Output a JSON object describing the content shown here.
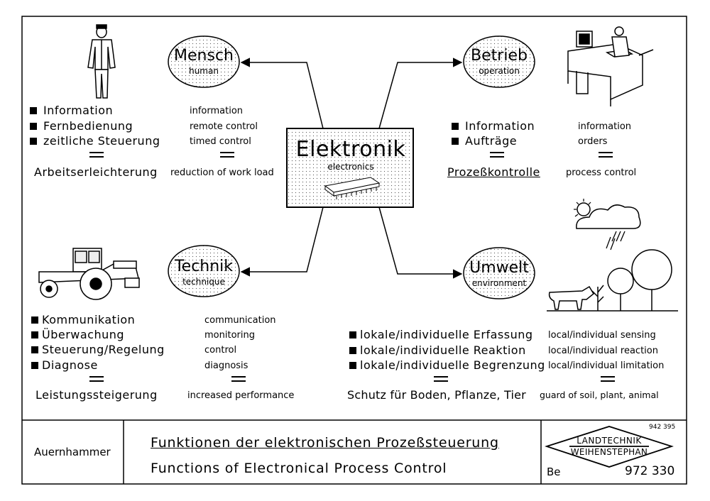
{
  "center": {
    "title": "Elektronik",
    "subtitle": "electronics"
  },
  "human": {
    "title": "Mensch",
    "subtitle": "human",
    "items": [
      {
        "de": "Information",
        "en": "information"
      },
      {
        "de": "Fernbedienung",
        "en": "remote control"
      },
      {
        "de": "zeitliche Steuerung",
        "en": "timed control"
      }
    ],
    "result": {
      "de": "Arbeitserleichterung",
      "en": "reduction of work load"
    }
  },
  "operation": {
    "title": "Betrieb",
    "subtitle": "operation",
    "items": [
      {
        "de": "Information",
        "en": "information"
      },
      {
        "de": "Aufträge",
        "en": "orders"
      }
    ],
    "result": {
      "de": "Prozeßkontrolle",
      "en": "process control"
    }
  },
  "technique": {
    "title": "Technik",
    "subtitle": "technique",
    "items": [
      {
        "de": "Kommunikation",
        "en": "communication"
      },
      {
        "de": "Überwachung",
        "en": "monitoring"
      },
      {
        "de": "Steuerung/Regelung",
        "en": "control"
      },
      {
        "de": "Diagnose",
        "en": "diagnosis"
      }
    ],
    "result": {
      "de": "Leistungssteigerung",
      "en": "increased performance"
    }
  },
  "environment": {
    "title": "Umwelt",
    "subtitle": "environment",
    "items": [
      {
        "de": "lokale/individuelle Erfassung",
        "en": "local/individual sensing"
      },
      {
        "de": "lokale/individuelle Reaktion",
        "en": "local/individual reaction"
      },
      {
        "de": "lokale/individuelle Begrenzung",
        "en": "local/individual limitation"
      }
    ],
    "result": {
      "de": "Schutz für Boden, Pflanze, Tier",
      "en": "guard of soil, plant, animal"
    }
  },
  "footer": {
    "author": "Auernhammer",
    "title_de": "Funktionen der elektronischen Prozeßsteuerung",
    "title_en": "Functions of Electronical Process Control",
    "logo_line1": "LANDTECHNIK",
    "logo_line2": "WEIHENSTEPHAN",
    "code_top": "942 395",
    "initials": "Be",
    "number": "972 330"
  }
}
